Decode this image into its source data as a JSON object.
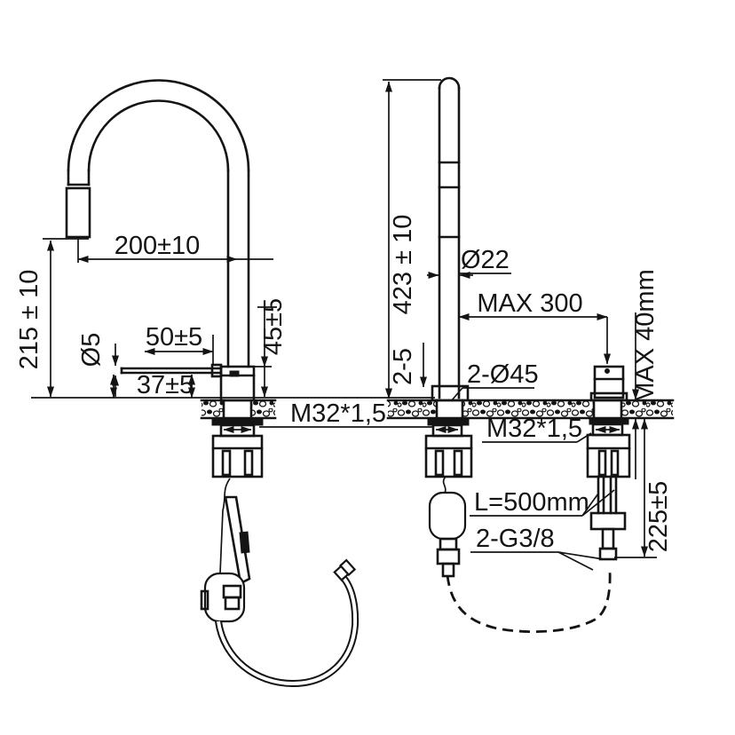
{
  "drawing": {
    "colors": {
      "line": "#141414",
      "background": "#ffffff"
    },
    "front_view": {
      "spout_reach": "200±10",
      "outlet_height": "215 ± 10",
      "lever_diameter": "Ø5",
      "lever_length": "50±5",
      "lever_height": "37±5",
      "body_height": "45±5",
      "mounting_thread": "M32*1,5"
    },
    "side_view": {
      "total_height": "423 ± 10",
      "spout_tube_diameter": "Ø22",
      "remote_valve_max_distance": "MAX 300",
      "countertop_max_thickness": "MAX 40mm",
      "mounting_holes": "2-Ø45",
      "deck_clearance": "2-5",
      "mounting_thread": "M32*1,5",
      "hose_length": "L=500mm",
      "inlet_connections": "2-G3/8",
      "under_counter_clearance": "225±5"
    }
  }
}
